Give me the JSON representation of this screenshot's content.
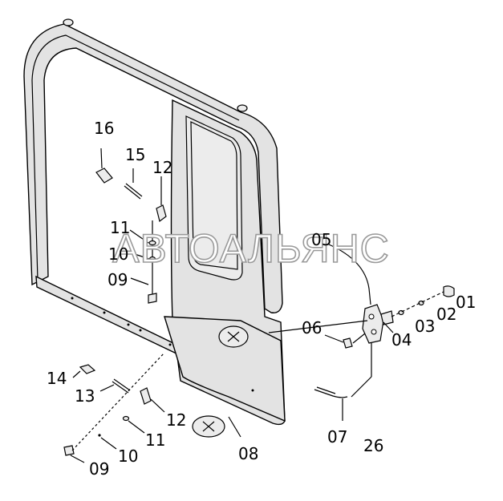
{
  "watermark": "АВТОАЛЬЯНС",
  "callouts": {
    "c01": "01",
    "c02": "02",
    "c03": "03",
    "c04": "04",
    "c05": "05",
    "c06": "06",
    "c07": "07",
    "c08": "08",
    "c09a": "09",
    "c09b": "09",
    "c10a": "10",
    "c10b": "10",
    "c11a": "11",
    "c11b": "11",
    "c12a": "12",
    "c12b": "12",
    "c13": "13",
    "c14": "14",
    "c15": "15",
    "c16": "16",
    "c26": "26"
  }
}
